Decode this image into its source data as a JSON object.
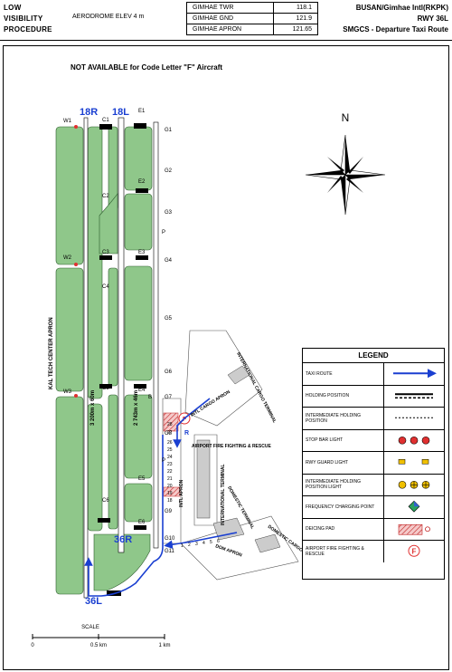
{
  "header": {
    "procedure": [
      "LOW",
      "VISIBILITY",
      "PROCEDURE"
    ],
    "elev_label": "AERODROME ELEV 4 m",
    "frequencies": [
      {
        "name": "GIMHAE TWR",
        "value": "118.1"
      },
      {
        "name": "GIMHAE GND",
        "value": "121.9"
      },
      {
        "name": "GIMHAE APRON",
        "value": "121.65"
      }
    ],
    "airport": "BUSAN/Gimhae Intl(RKPK)",
    "runway": "RWY 36L",
    "chart_title": "SMGCS - Departure Taxi Route"
  },
  "map": {
    "notice": "NOT AVAILABLE for Code Letter \"F\" Aircraft",
    "north": "N",
    "runway_labels": {
      "r18r": "18R",
      "r18l": "18L",
      "r36r": "36R",
      "r36l": "36L"
    },
    "runway_lengths": {
      "rwy_w": "3 200m x 60m",
      "rwy_e": "2 743m x 46m"
    },
    "apron_kal": "KAL TECH CENTER APRON",
    "taxiways_w": [
      "W1",
      "W2",
      "W3"
    ],
    "taxiways_c": [
      "C1",
      "C2",
      "C3",
      "C4",
      "C5",
      "C6"
    ],
    "taxiways_e": [
      "E1",
      "E2",
      "E3",
      "E4",
      "E5",
      "E6"
    ],
    "taxiways_g": [
      "G1",
      "G2",
      "G3",
      "G4",
      "G5",
      "G6",
      "G7",
      "G8",
      "G9",
      "G10",
      "G11"
    ],
    "taxiway_b": "B",
    "taxiway_p": "P",
    "taxiway_r": "R",
    "areas": {
      "intl_cargo_terminal": "INTERNATIONAL CARGO TERMINAL",
      "intl_cargo_apron": "INTL CARGO APRON",
      "fire": "AIRPORT FIRE FIGHTING & RESCUE",
      "intl_apron": "INTL APRON",
      "intl_terminal": "INTERNATIONAL TERMINAL",
      "dom_terminal": "DOMESTIC TERMINAL",
      "dom_apron": "DOM APRON",
      "dom_cargo_terminal": "DOMESTIC CARGO TERMINAL"
    },
    "stands_intl": [
      "28",
      "27",
      "26",
      "25",
      "24",
      "23",
      "22",
      "21",
      "20",
      "19",
      "18"
    ],
    "stands_dom": [
      "1",
      "2",
      "3",
      "4",
      "5",
      "6"
    ]
  },
  "legend": {
    "title": "LEGEND",
    "items": [
      {
        "label": "TAXI ROUTE",
        "icon": "arrow-icon"
      },
      {
        "label": "HOLDING POSITION",
        "icon": "holding-line-icon"
      },
      {
        "label": "INTERMEDIATE HOLDING POSITION",
        "icon": "intermediate-line-icon"
      },
      {
        "label": "STOP BAR LIGHT",
        "icon": "stop-bar-icon"
      },
      {
        "label": "RWY GUARD LIGHT",
        "icon": "guard-light-icon"
      },
      {
        "label": "INTERMEDIATE HOLDING POSITION LIGHT",
        "icon": "intermediate-light-icon"
      },
      {
        "label": "FREQUENCY CHARGING POINT",
        "icon": "diamond-icon"
      },
      {
        "label": "DEICING PAD",
        "icon": "deicing-icon"
      },
      {
        "label": "AIRPORT FIRE FIGHTING & RESCUE",
        "icon": "fire-icon"
      }
    ],
    "fire_letter": "F"
  },
  "scale": {
    "title": "SCALE",
    "labels": [
      "0",
      "0.5 km",
      "1 km"
    ]
  },
  "colors": {
    "grass": "#8fc78a",
    "route": "#1a3fd1",
    "stop": "#e03030"
  }
}
